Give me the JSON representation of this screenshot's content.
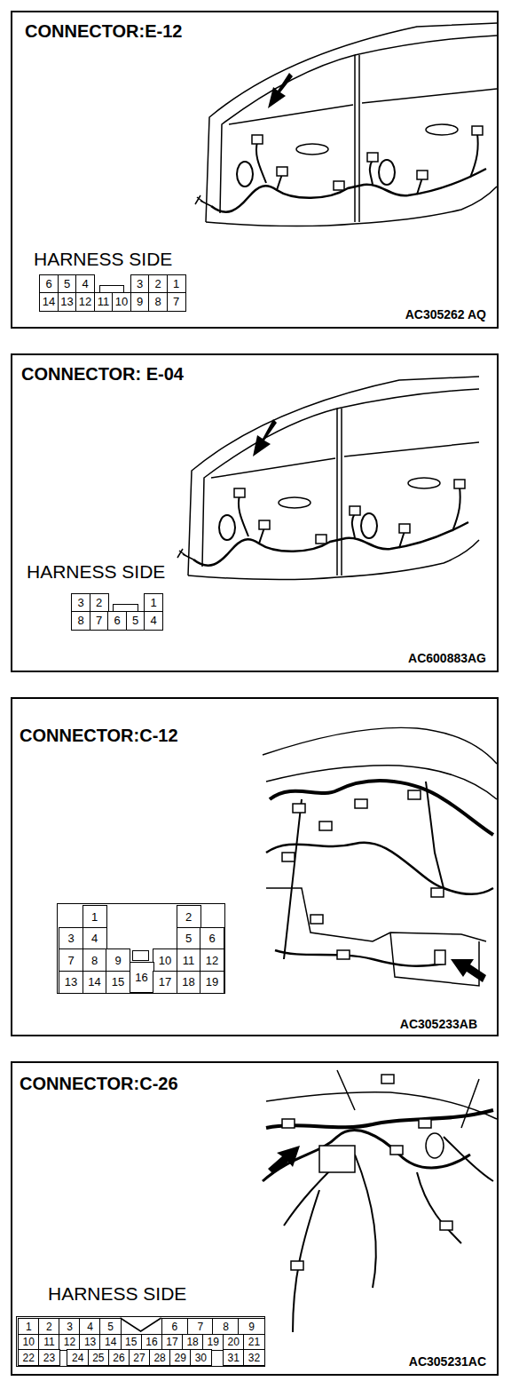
{
  "diagram": {
    "nodes": [
      {
        "text": [
          "CONNECTOR:E-12",
          "HARNESS SIDE",
          "AC305262 AQ"
        ]
      },
      {
        "text": [
          "CONNECTOR: E-04",
          "HARNESS SIDE",
          "AC600883AG"
        ]
      },
      {
        "text": [
          "CONNECTOR:C-12",
          "AC305233AB"
        ]
      },
      {
        "text": [
          "CONNECTOR:C-26",
          "HARNESS SIDE",
          "AC305231AC"
        ]
      }
    ],
    "labels": [
      "6",
      "5",
      "4",
      "3",
      "2",
      "1",
      "14",
      "13",
      "12",
      "11",
      "10",
      "9",
      "8",
      "7",
      "3",
      "2",
      "1",
      "8",
      "7",
      "6",
      "5",
      "4",
      "1",
      "2",
      "3",
      "4",
      "5",
      "6",
      "7",
      "8",
      "9",
      "10",
      "11",
      "12",
      "13",
      "14",
      "15",
      "16",
      "17",
      "18",
      "19",
      "1",
      "2",
      "3",
      "4",
      "5",
      "6",
      "7",
      "8",
      "9",
      "10",
      "11",
      "12",
      "13",
      "14",
      "15",
      "16",
      "17",
      "18",
      "19",
      "20",
      "21",
      "22",
      "23",
      "24",
      "25",
      "26",
      "27",
      "28",
      "29",
      "30",
      "31",
      "32"
    ]
  }
}
